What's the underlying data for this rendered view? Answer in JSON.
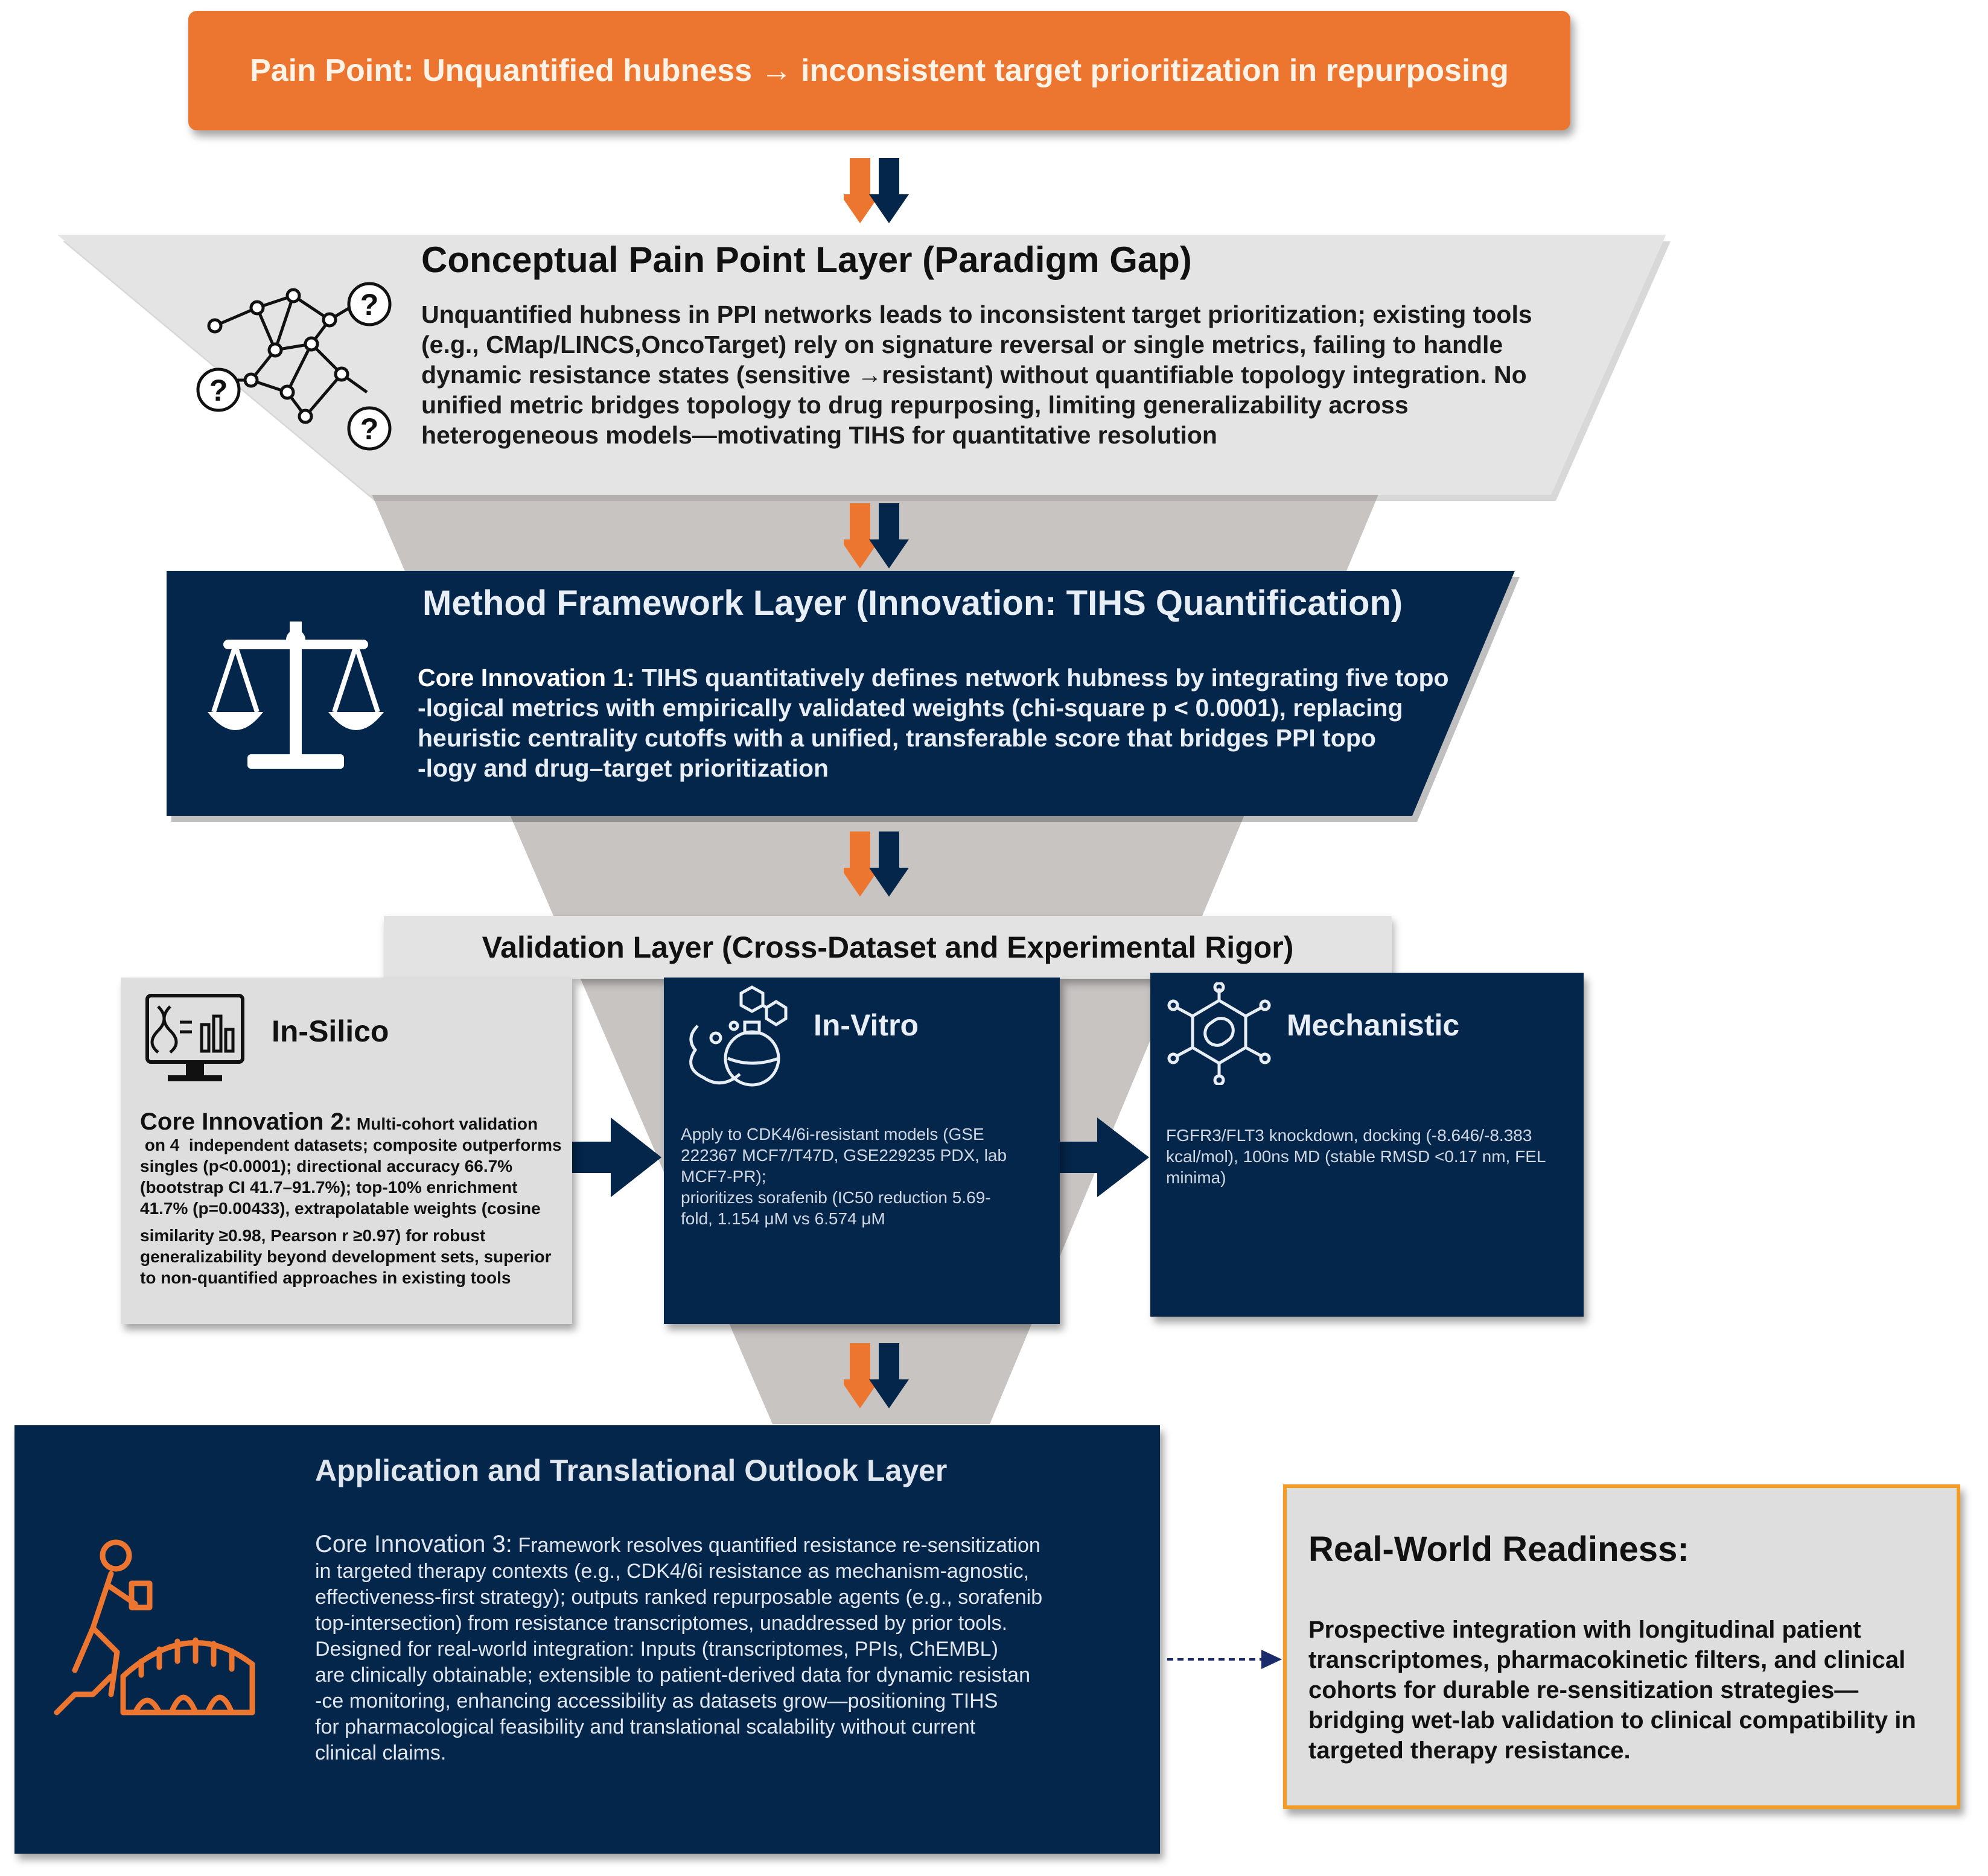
{
  "banner": {
    "text": "Pain Point: Unquantified hubness → inconsistent target prioritization in repurposing"
  },
  "conceptual": {
    "title": "Conceptual Pain Point Layer (Paradigm Gap)",
    "body": "Unquantified hubness in PPI networks leads to inconsistent target prioritization; existing tools (e.g., CMap/LINCS,OncoTarget) rely on signature reversal or single metrics, failing to handle dynamic resistance states (sensitive →resistant) without quantifiable topology integration. No unified metric bridges topology to drug repurposing, limiting generalizability across heterogeneous models—motivating TIHS for quantitative resolution",
    "icon_marks": [
      "?",
      "?",
      "?"
    ]
  },
  "method": {
    "title": "Method Framework Layer (Innovation: TIHS Quantification)",
    "lead": "Core Innovation 1:",
    "lines": [
      "TIHS quantitatively defines network hubness by integrating five topo",
      "-logical metrics with empirically validated weights (chi-square p < 0.0001), replacing",
      "heuristic centrality cutoffs with a unified, transferable score that bridges PPI topo",
      "-logy and drug–target prioritization"
    ]
  },
  "validation": {
    "title": "Validation Layer (Cross-Dataset and Experimental Rigor)",
    "insilico": {
      "title": "In-Silico",
      "lead": "Core Innovation 2:",
      "lines": [
        "Multi-cohort validation",
        " on 4  independent datasets; composite outperforms",
        "singles (p<0.0001); directional accuracy 66.7%",
        "(bootstrap CI 41.7–91.7%); top-10% enrichment",
        "41.7% (p=0.00433), extrapolatable weights (cosine",
        "similarity ≥0.98, Pearson r ≥0.97) for robust",
        "generalizability beyond development sets, superior",
        "to non-quantified approaches in existing tools"
      ]
    },
    "invitro": {
      "title": "In-Vitro",
      "lines": [
        "Apply to CDK4/6i-resistant models (GSE",
        "222367 MCF7/T47D, GSE229235 PDX, lab",
        "MCF7-PR);",
        "prioritizes sorafenib (IC50 reduction 5.69-",
        "fold, 1.154 μM vs 6.574 μM"
      ]
    },
    "mechanistic": {
      "title": "Mechanistic",
      "lines": [
        "FGFR3/FLT3 knockdown, docking (-8.646/-8.383",
        "kcal/mol), 100ns MD (stable RMSD <0.17 nm, FEL",
        "minima)"
      ]
    }
  },
  "application": {
    "title": "Application and Translational Outlook Layer",
    "lead": "Core Innovation 3:",
    "lines": [
      " Framework resolves quantified resistance re-sensitization",
      "in targeted therapy contexts (e.g., CDK4/6i resistance as mechanism-agnostic,",
      "effectiveness-first strategy); outputs ranked repurposable agents (e.g., sorafenib",
      "top-intersection) from resistance transcriptomes, unaddressed by prior tools.",
      "Designed for real-world integration: Inputs (transcriptomes, PPIs, ChEMBL)",
      "are clinically obtainable; extensible to patient-derived data for dynamic resistan",
      "-ce monitoring, enhancing accessibility as datasets grow—positioning TIHS",
      "for pharmacological feasibility and translational scalability without current",
      "clinical claims."
    ]
  },
  "real_world": {
    "title": "Real-World Readiness:",
    "body": "Prospective integration with longitudinal patient transcriptomes, pharmacokinetic filters, and clinical cohorts for durable re-sensitization strategies—bridging wet-lab validation to clinical compatibility in targeted therapy resistance."
  },
  "colors": {
    "orange": "#ec7530",
    "navy": "#04264a",
    "gray_panel": "#dedede",
    "funnel_gray": "#c7c4c2",
    "frame_orange": "#f29b25"
  },
  "icons": [
    "network-question-icon",
    "scales-icon",
    "computer-dna-chart-icon",
    "flask-molecule-icon",
    "molecule-capsule-icon",
    "climber-bridge-icon"
  ]
}
